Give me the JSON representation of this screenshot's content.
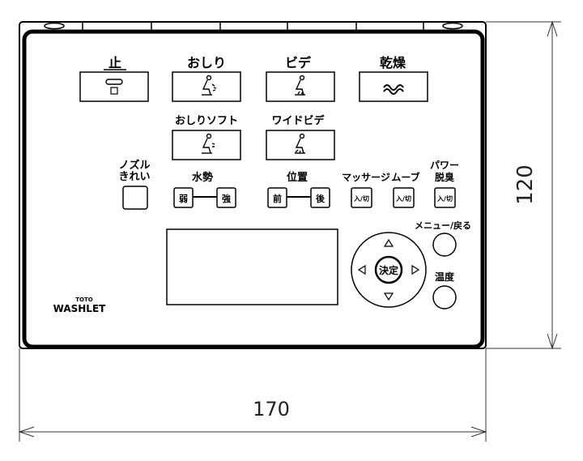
{
  "panel": {
    "buttons": {
      "stop": {
        "label": "止"
      },
      "oshiri": {
        "label": "おしり"
      },
      "bidet": {
        "label": "ビデ"
      },
      "dry": {
        "label": "乾燥"
      },
      "oshiri_soft": {
        "label": "おしりソフト"
      },
      "wide_bidet": {
        "label": "ワイドビデ"
      }
    },
    "nozzle_clean": {
      "label_line1": "ノズル",
      "label_line2": "きれい"
    },
    "water_pressure": {
      "label": "水勢",
      "weak": "弱",
      "strong": "強"
    },
    "position": {
      "label": "位置",
      "front": "前",
      "back": "後"
    },
    "massage": {
      "label": "マッサージ",
      "toggle": "入/切"
    },
    "move": {
      "label": "ムーブ",
      "toggle": "入/切"
    },
    "deodorize": {
      "label_line1": "パワー",
      "label_line2": "脱臭",
      "toggle": "入/切"
    },
    "menu_back": {
      "label": "メニュー/戻る"
    },
    "temperature": {
      "label": "温度"
    },
    "dpad": {
      "center": "決定"
    },
    "brand": {
      "top": "TOTO",
      "bottom": "WASHLET"
    }
  },
  "dimensions": {
    "width": "170",
    "height": "120"
  },
  "colors": {
    "line": "#000000",
    "dim_line": "#333333"
  }
}
